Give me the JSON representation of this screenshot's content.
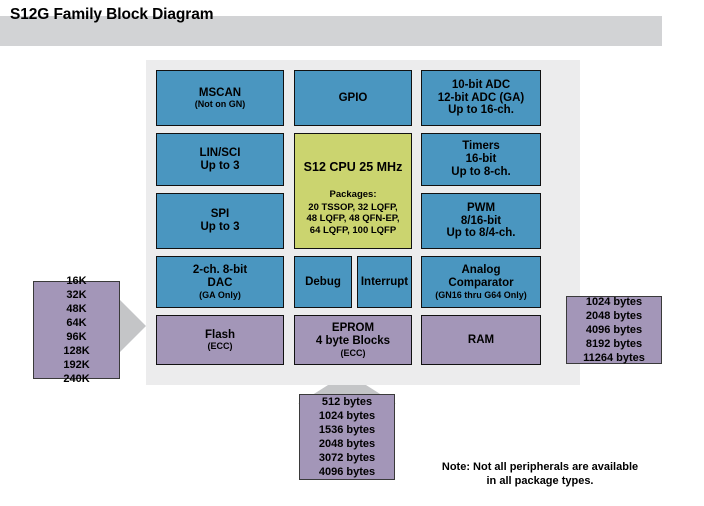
{
  "header": {
    "title": "S12G Family Block Diagram"
  },
  "diagram": {
    "blocks": {
      "mscan": {
        "line1": "MSCAN",
        "line2": "(Not on GN)"
      },
      "gpio": {
        "line1": "GPIO"
      },
      "adc": {
        "line1": "10-bit ADC",
        "line2": "12-bit ADC (GA)",
        "line3": "Up to 16-ch."
      },
      "linsci": {
        "line1": "LIN/SCI",
        "line2": "Up to 3"
      },
      "timers": {
        "line1": "Timers",
        "line2": "16-bit",
        "line3": "Up to 8-ch."
      },
      "spi": {
        "line1": "SPI",
        "line2": "Up to 3"
      },
      "pwm": {
        "line1": "PWM",
        "line2": "8/16-bit",
        "line3": "Up to 8/4-ch."
      },
      "dac": {
        "line1": "2-ch. 8-bit",
        "line2": "DAC",
        "line3": "(GA Only)"
      },
      "debug": {
        "line1": "Debug"
      },
      "interrupt": {
        "line1": "Interrupt"
      },
      "comparator": {
        "line1": "Analog",
        "line2": "Comparator",
        "line3": "(GN16 thru G64 Only)"
      },
      "flash": {
        "line1": "Flash",
        "line2": "(ECC)"
      },
      "eprom": {
        "line1": "EPROM",
        "line2": "4 byte Blocks",
        "line3": "(ECC)"
      },
      "ram": {
        "line1": "RAM"
      }
    },
    "cpu": {
      "title": "S12 CPU 25 MHz",
      "packages_label": "Packages:",
      "packages": [
        "20 TSSOP, 32 LQFP,",
        "48 LQFP, 48 QFN-EP,",
        "64 LQFP, 100 LQFP"
      ]
    }
  },
  "callouts": {
    "flash_sizes": {
      "values": [
        "16K",
        "32K",
        "48K",
        "64K",
        "96K",
        "128K",
        "192K",
        "240K"
      ]
    },
    "ram_sizes": {
      "values": [
        "1024 bytes",
        "2048 bytes",
        "4096 bytes",
        "8192 bytes",
        "11264 bytes"
      ]
    },
    "eprom_sizes": {
      "values": [
        "512 bytes",
        "1024 bytes",
        "1536 bytes",
        "2048 bytes",
        "3072 bytes",
        "4096 bytes"
      ]
    }
  },
  "note": {
    "line1": "Note: Not all peripherals are available",
    "line2": "in all package types."
  },
  "colors": {
    "peripheral_blue": "#4a96c0",
    "memory_purple": "#a396b8",
    "cpu_olive": "#cbd46f",
    "container_gray": "#ececed",
    "header_gray": "#d2d3d5",
    "arrow_gray": "#c4c5c7"
  }
}
